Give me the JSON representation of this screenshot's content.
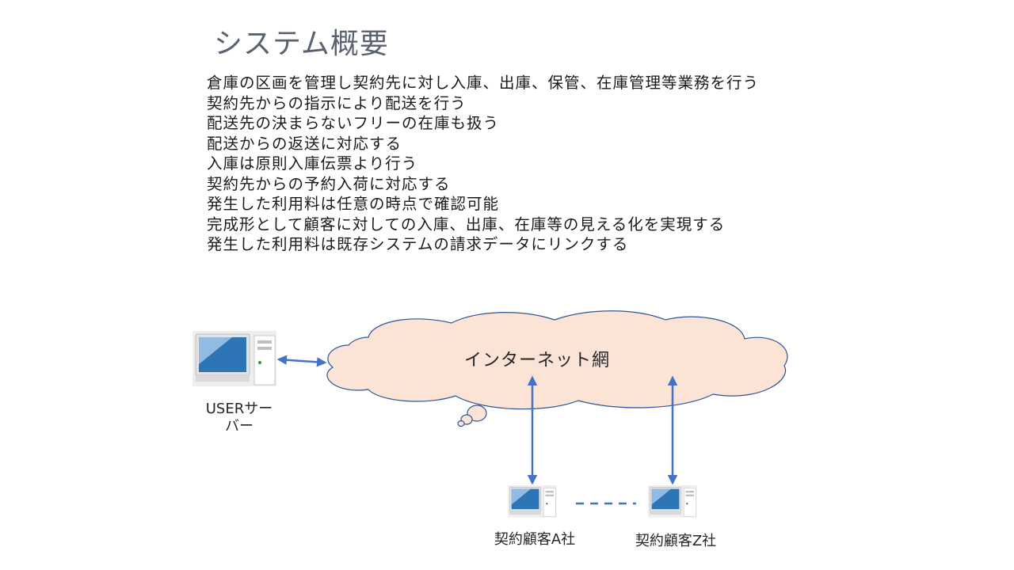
{
  "slide": {
    "title": "システム概要",
    "bullets": [
      "倉庫の区画を管理し契約先に対し入庫、出庫、保管、在庫管理等業務を行う",
      "契約先からの指示により配送を行う",
      "配送先の決まらないフリーの在庫も扱う",
      "配送からの返送に対応する",
      "入庫は原則入庫伝票より行う",
      "契約先からの予約入荷に対応する",
      "発生した利用料は任意の時点で確認可能",
      "完成形として顧客に対しての入庫、出庫、在庫等の見える化を実現する",
      "発生した利用料は既存システムの請求データにリンクする"
    ]
  },
  "diagram": {
    "cloud_label": "インターネット網",
    "user_server_label_line1": "USERサー",
    "user_server_label_line2": "バー",
    "client_a_label": "契約顧客A社",
    "client_z_label": "契約顧客Z社",
    "colors": {
      "cloud_fill": "#fbe3d6",
      "cloud_stroke": "#2f5597",
      "arrow": "#4472c4",
      "screen": "#2e75b6"
    },
    "icons": [
      "computer-icon",
      "cloud-shape",
      "bidirectional-arrow"
    ]
  }
}
